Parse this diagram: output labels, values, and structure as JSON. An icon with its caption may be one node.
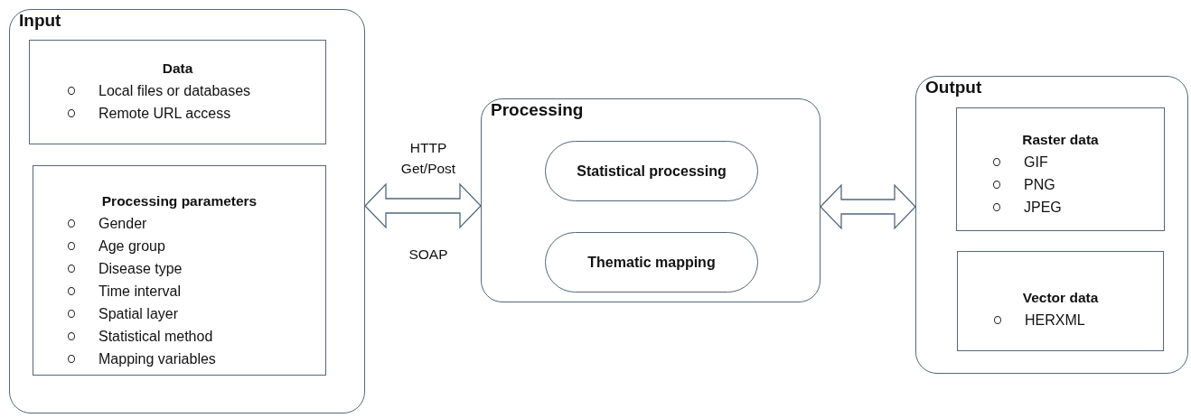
{
  "diagram": {
    "nodes": [
      {
        "text": [
          "Input"
        ]
      },
      {
        "text": [
          "Data",
          "Local files or databases",
          "Remote URL access"
        ],
        "in": 0
      },
      {
        "text": [
          "Processing parameters",
          "Gender",
          "Age group",
          "Disease type",
          "Time interval",
          "Spatial layer",
          "Statistical method",
          "Mapping variables"
        ],
        "in": 0
      },
      {
        "text": [
          "Processing"
        ]
      },
      {
        "text": [
          "Statistical processing"
        ],
        "in": 3
      },
      {
        "text": [
          "Thematic mapping"
        ],
        "in": 3
      },
      {
        "text": [
          "Output"
        ]
      },
      {
        "text": [
          "Raster data",
          "GIF",
          "PNG",
          "JPEG"
        ],
        "in": 6
      },
      {
        "text": [
          "Vector data",
          "HERXML"
        ],
        "in": 6
      }
    ],
    "edges": [
      {
        "from": 0,
        "to": 3,
        "arrow": "both"
      },
      {
        "from": 3,
        "to": 6,
        "arrow": "both"
      }
    ],
    "labels": [
      "HTTP Get/Post",
      "SOAP"
    ]
  }
}
